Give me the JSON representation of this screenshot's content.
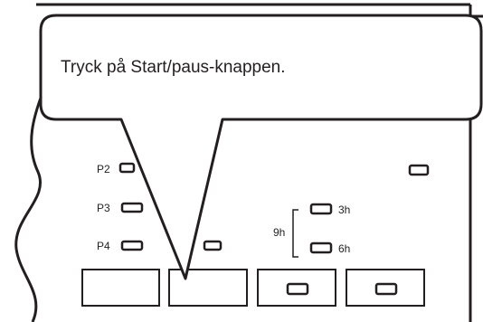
{
  "callout": {
    "text": "Tryck på Start/paus-knappen."
  },
  "panel": {
    "program_labels": {
      "p2": "P2",
      "p3": "P3",
      "p4": "P4"
    },
    "delay": {
      "group_label": "9h",
      "option_3h": "3h",
      "option_6h": "6h"
    }
  },
  "colors": {
    "ink": "#231f20",
    "panel": "#ffffff",
    "background": "#ffffff"
  }
}
